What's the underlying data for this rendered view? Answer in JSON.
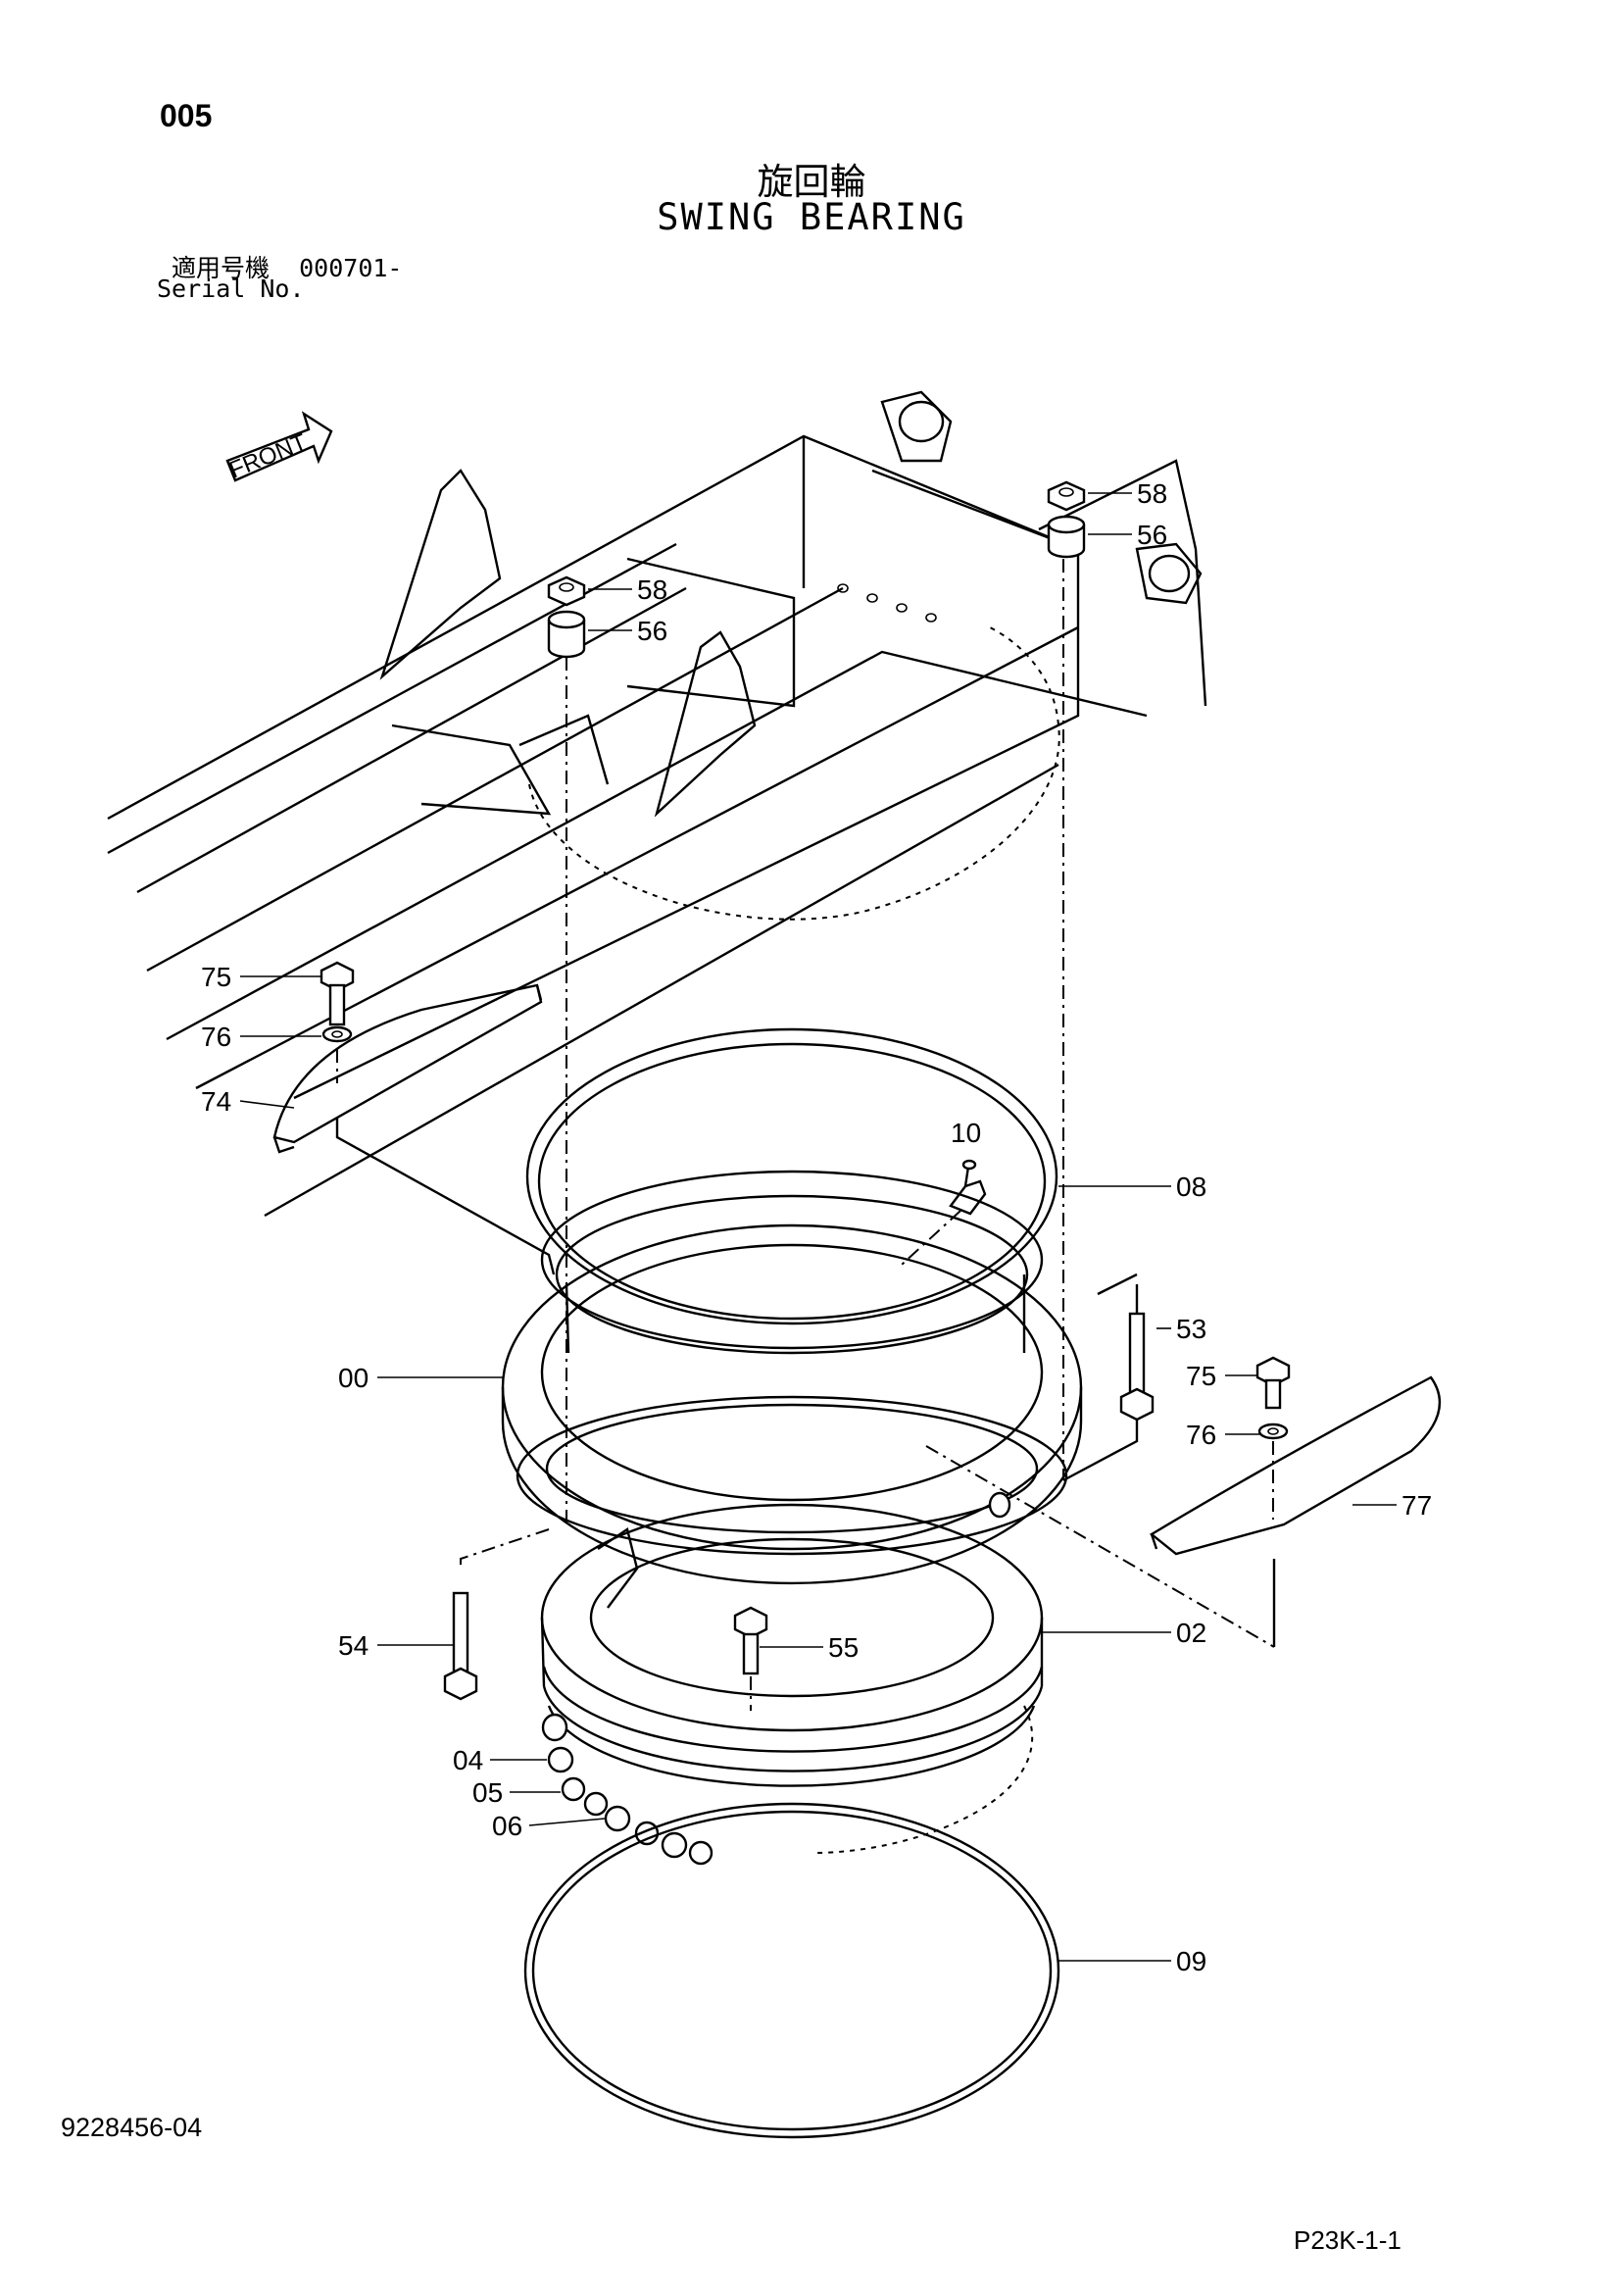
{
  "header": {
    "page_number": "005",
    "title_jp": "旋回輪",
    "title_en": "SWING BEARING",
    "serial_label_jp": "適用号機",
    "serial_value": "000701-",
    "serial_label_en": "Serial No."
  },
  "front_arrow_label": "FRONT",
  "callouts": [
    "58",
    "56",
    "58",
    "56",
    "75",
    "76",
    "74",
    "10",
    "08",
    "53",
    "75",
    "76",
    "77",
    "00",
    "02",
    "54",
    "55",
    "04",
    "05",
    "06",
    "09"
  ],
  "footer": {
    "doc_number": "9228456-04",
    "page_code": "P23K-1-1"
  }
}
